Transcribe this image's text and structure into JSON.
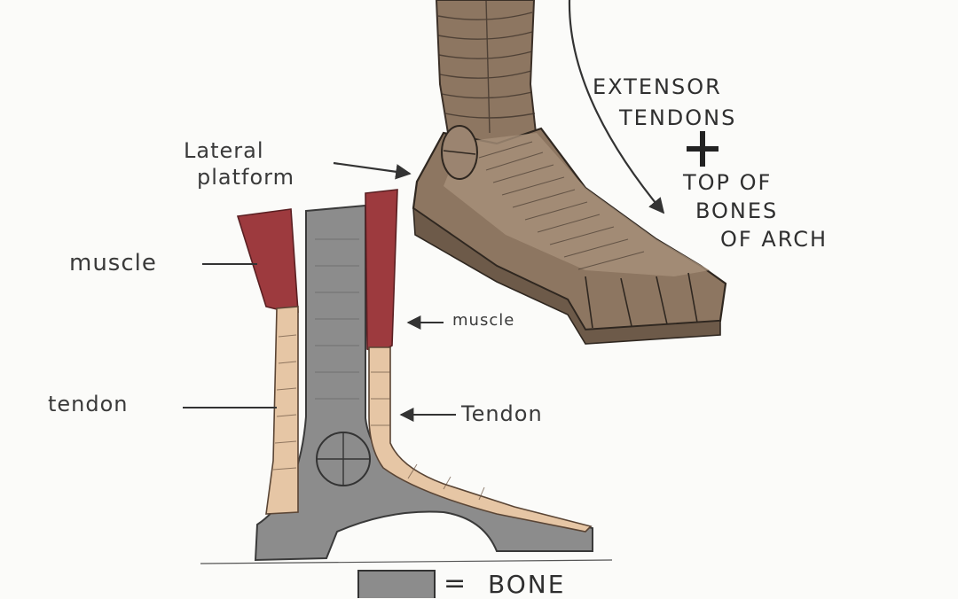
{
  "labels": {
    "extensor_line1": "EXTENSOR",
    "extensor_line2": "TENDONS",
    "plus": "+",
    "top_of_line1": "TOP OF",
    "top_of_line2": "BONES",
    "top_of_line3": "OF ARCH",
    "lateral_line1": "Lateral",
    "lateral_line2": "platform",
    "muscle_left": "muscle",
    "muscle_right": "muscle",
    "tendon_left": "tendon",
    "tendon_right": "Tendon",
    "legend_equals": "=",
    "legend_bone": "BONE"
  },
  "colors": {
    "paper": "#fbfbf9",
    "foot_brown": "#8d7661",
    "foot_light": "#a7917a",
    "bone_gray": "#8c8c8c",
    "muscle_red": "#9d3a3e",
    "tendon_tan": "#e6c6a5",
    "ink": "#3a3a3a"
  }
}
